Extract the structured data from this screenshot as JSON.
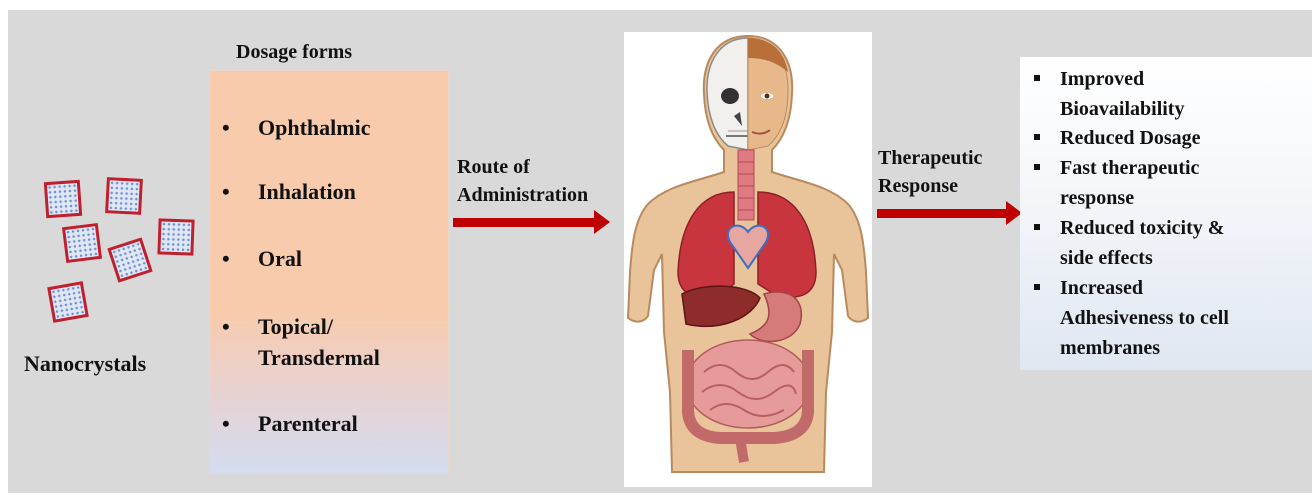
{
  "nanocrystals": {
    "label": "Nanocrystals"
  },
  "dosage": {
    "title": "Dosage forms",
    "items": [
      {
        "bullet": "•",
        "label": "Ophthalmic"
      },
      {
        "bullet": "•",
        "label": "Inhalation"
      },
      {
        "bullet": "•",
        "label": "Oral"
      },
      {
        "bullet": "•",
        "label": "Topical/\nTransdermal"
      },
      {
        "bullet": "•",
        "label": "Parenteral"
      }
    ]
  },
  "route": {
    "label": "Route of\nAdministration"
  },
  "therapeutic": {
    "label": "Therapeutic\nResponse"
  },
  "response": {
    "items": [
      "Improved\nBioavailability",
      "Reduced Dosage",
      "Fast therapeutic\nresponse",
      "Reduced toxicity &\nside effects",
      "Increased\nAdhesiveness to cell\nmembranes"
    ]
  },
  "colors": {
    "panel": "#d9d9d9",
    "arrow": "#c00000",
    "crystal_border": "#c0202c",
    "dosage_fill": "#f8cbad"
  },
  "icons": {
    "body_illustration": "human-anatomy-illustration"
  }
}
